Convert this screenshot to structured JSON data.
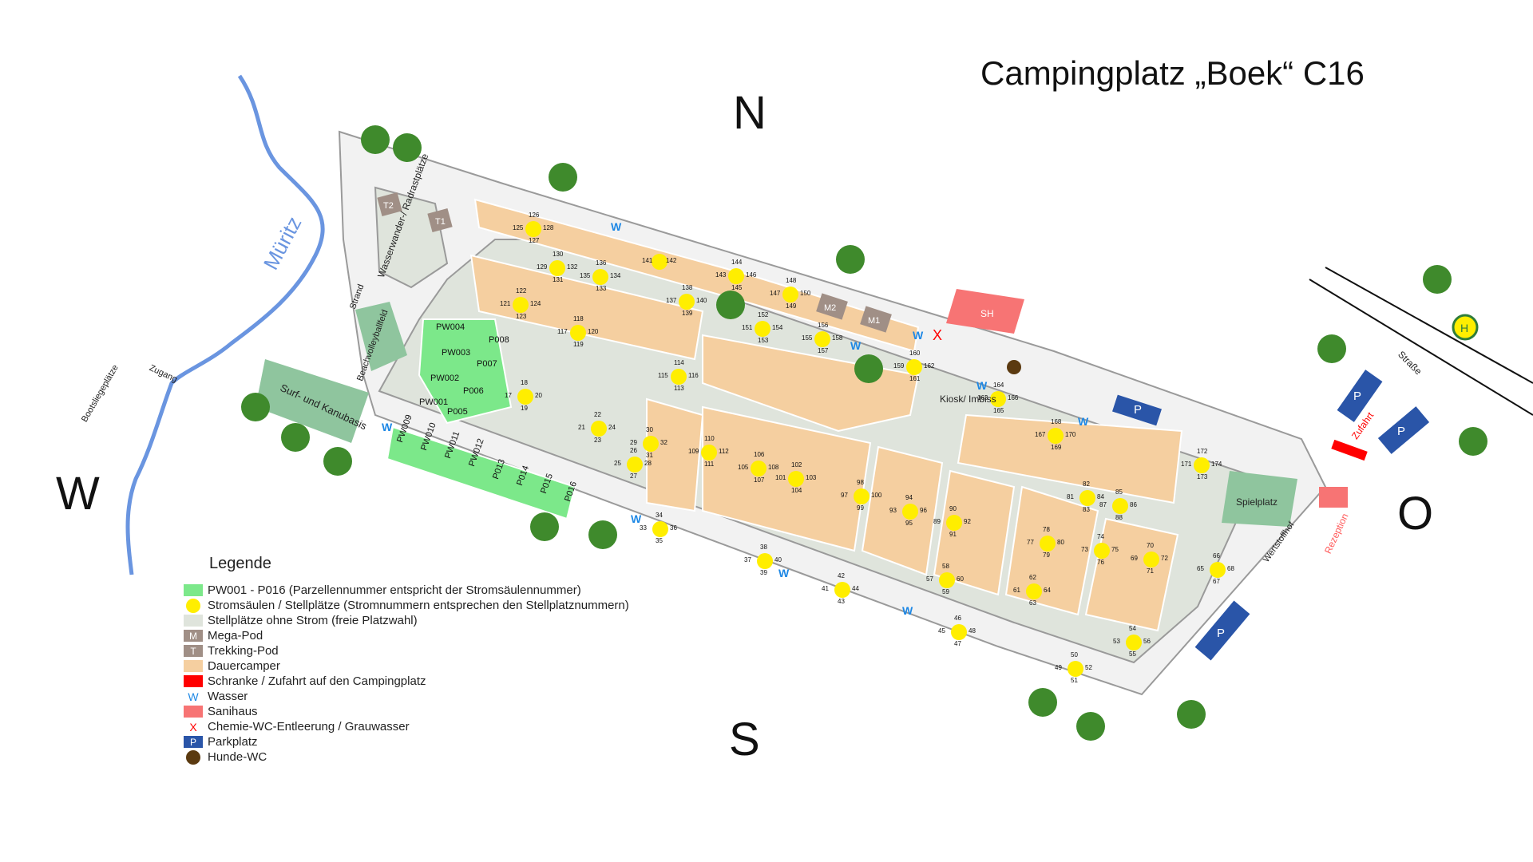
{
  "title": "Campingplatz „Boek“ C16",
  "compass": {
    "north": "N",
    "south": "S",
    "west": "W",
    "east": "O"
  },
  "colors": {
    "lake": "#6a95e0",
    "path": "#ffffff",
    "path_border": "#9a9a9a",
    "dauercamper": "#f5cfa0",
    "no_power": "#dfe4dc",
    "parcel": "#7ce88a",
    "power": "#ffee00",
    "pod": "#a08f86",
    "barrier": "#ff0000",
    "sanihaus": "#f77474",
    "parking": "#2a55a8",
    "dog": "#5b3a10",
    "water_label": "#1e88e5",
    "sport": "#8fc59e"
  },
  "labels": {
    "lake": "Müritz",
    "strand": "Strand",
    "zugang": "Zugang",
    "bootsliege": "Bootsliegeplätze",
    "wasserwander": "Wasserwander-/ Radrastplätze",
    "beachvolley": "Beachvolleyballfeld",
    "surf": "Surf- und Kanubasis",
    "kiosk": "Kiosk/ Imbiss",
    "spielplatz": "Spielplatz",
    "wertstoffhof": "Wertstoffhof",
    "rezeption": "Rezeption",
    "zufahrt": "Zufahrt",
    "strasse": "Straße",
    "sh": "SH",
    "bus": "H",
    "t1": "T1",
    "t2": "T2",
    "m1": "M1",
    "m2": "M2",
    "parking": "P",
    "water": "W",
    "chem": "X"
  },
  "parcels": [
    "PW004",
    "P008",
    "PW003",
    "P007",
    "PW002",
    "P006",
    "PW001",
    "P005",
    "PW009",
    "PW010",
    "PW011",
    "PW012",
    "P013",
    "P014",
    "P015",
    "P016"
  ],
  "power_groups": [
    [
      "126",
      "125",
      "128",
      "127"
    ],
    [
      "130",
      "129",
      "132",
      "131"
    ],
    [
      "136",
      "135",
      "134",
      "133"
    ],
    [
      "141",
      "142"
    ],
    [
      "144",
      "143",
      "146",
      "145"
    ],
    [
      "148",
      "147",
      "150",
      "149"
    ],
    [
      "122",
      "121",
      "124",
      "123"
    ],
    [
      "118",
      "117",
      "120",
      "119"
    ],
    [
      "138",
      "137",
      "140",
      "139"
    ],
    [
      "152",
      "151",
      "154",
      "153"
    ],
    [
      "156",
      "155",
      "158",
      "157"
    ],
    [
      "160",
      "159",
      "162",
      "161"
    ],
    [
      "18",
      "17",
      "20",
      "19"
    ],
    [
      "22",
      "21",
      "24",
      "23"
    ],
    [
      "30",
      "29",
      "32",
      "31"
    ],
    [
      "26",
      "25",
      "28",
      "27"
    ],
    [
      "114",
      "115",
      "116",
      "113"
    ],
    [
      "110",
      "109",
      "112",
      "111"
    ],
    [
      "106",
      "105",
      "108",
      "107"
    ],
    [
      "102",
      "101",
      "103",
      "104"
    ],
    [
      "98",
      "97",
      "100",
      "99"
    ],
    [
      "94",
      "93",
      "96",
      "95"
    ],
    [
      "90",
      "89",
      "92",
      "91"
    ],
    [
      "82",
      "81",
      "84",
      "83"
    ],
    [
      "85",
      "87",
      "86",
      "88"
    ],
    [
      "78",
      "77",
      "80",
      "79"
    ],
    [
      "74",
      "73",
      "75",
      "76"
    ],
    [
      "70",
      "69",
      "72",
      "71"
    ],
    [
      "66",
      "65",
      "68",
      "67"
    ],
    [
      "62",
      "61",
      "64",
      "63"
    ],
    [
      "58",
      "57",
      "60",
      "59"
    ],
    [
      "54",
      "53",
      "56",
      "55"
    ],
    [
      "50",
      "49",
      "52",
      "51"
    ],
    [
      "46",
      "45",
      "48",
      "47"
    ],
    [
      "42",
      "41",
      "44",
      "43"
    ],
    [
      "38",
      "37",
      "40",
      "39"
    ],
    [
      "34",
      "33",
      "36",
      "35"
    ],
    [
      "164",
      "163",
      "166",
      "165"
    ],
    [
      "168",
      "167",
      "170",
      "169"
    ],
    [
      "172",
      "171",
      "174",
      "173"
    ]
  ],
  "legend": {
    "title": "Legende",
    "items": [
      {
        "symbol": "",
        "text": "PW001 - P016 (Parzellennummer entspricht der Stromsäulennummer)"
      },
      {
        "symbol": "",
        "text": "Stromsäulen / Stellplätze (Stromnummern entsprechen den Stellplatznummern)"
      },
      {
        "symbol": "",
        "text": "Stellplätze ohne Strom (freie Platzwahl)"
      },
      {
        "symbol": "M",
        "text": "Mega-Pod"
      },
      {
        "symbol": "T",
        "text": "Trekking-Pod"
      },
      {
        "symbol": "",
        "text": "Dauercamper"
      },
      {
        "symbol": "",
        "text": "Schranke / Zufahrt auf den Campingplatz"
      },
      {
        "symbol": "W",
        "text": "Wasser"
      },
      {
        "symbol": "",
        "text": "Sanihaus"
      },
      {
        "symbol": "X",
        "text": "Chemie-WC-Entleerung / Grauwasser"
      },
      {
        "symbol": "P",
        "text": "Parkplatz"
      },
      {
        "symbol": "",
        "text": "Hunde-WC"
      }
    ]
  }
}
